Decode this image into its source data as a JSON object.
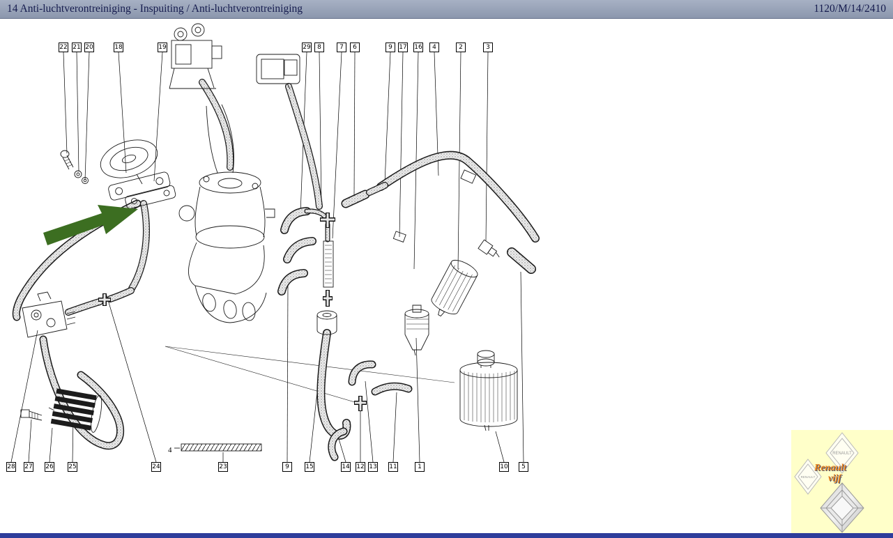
{
  "header": {
    "title": "14 Anti-luchtverontreiniging - Inspuiting / Anti-luchtverontreiniging",
    "doc_ref": "1120/M/14/2410"
  },
  "diagram": {
    "inline_label": "4",
    "highlight_arrow_color": "#3c6e21",
    "callouts_top": [
      {
        "label": "22"
      },
      {
        "label": "21"
      },
      {
        "label": "20"
      },
      {
        "label": "18"
      },
      {
        "label": "19"
      },
      {
        "label": "29"
      },
      {
        "label": "8"
      },
      {
        "label": "7"
      },
      {
        "label": "6"
      },
      {
        "label": "9"
      },
      {
        "label": "17"
      },
      {
        "label": "16"
      },
      {
        "label": "4"
      },
      {
        "label": "2"
      },
      {
        "label": "3"
      }
    ],
    "callouts_bottom": [
      {
        "label": "28"
      },
      {
        "label": "27"
      },
      {
        "label": "26"
      },
      {
        "label": "25"
      },
      {
        "label": "24"
      },
      {
        "label": "23"
      },
      {
        "label": "9"
      },
      {
        "label": "15"
      },
      {
        "label": "14"
      },
      {
        "label": "12"
      },
      {
        "label": "13"
      },
      {
        "label": "11"
      },
      {
        "label": "1"
      },
      {
        "label": "10"
      },
      {
        "label": "5"
      }
    ]
  },
  "logo": {
    "background": "#ffffc9",
    "diamond_text": "RENAULT",
    "brand_line1": "Renault",
    "brand_line2": "vijf",
    "text_color": "#e8821e"
  }
}
